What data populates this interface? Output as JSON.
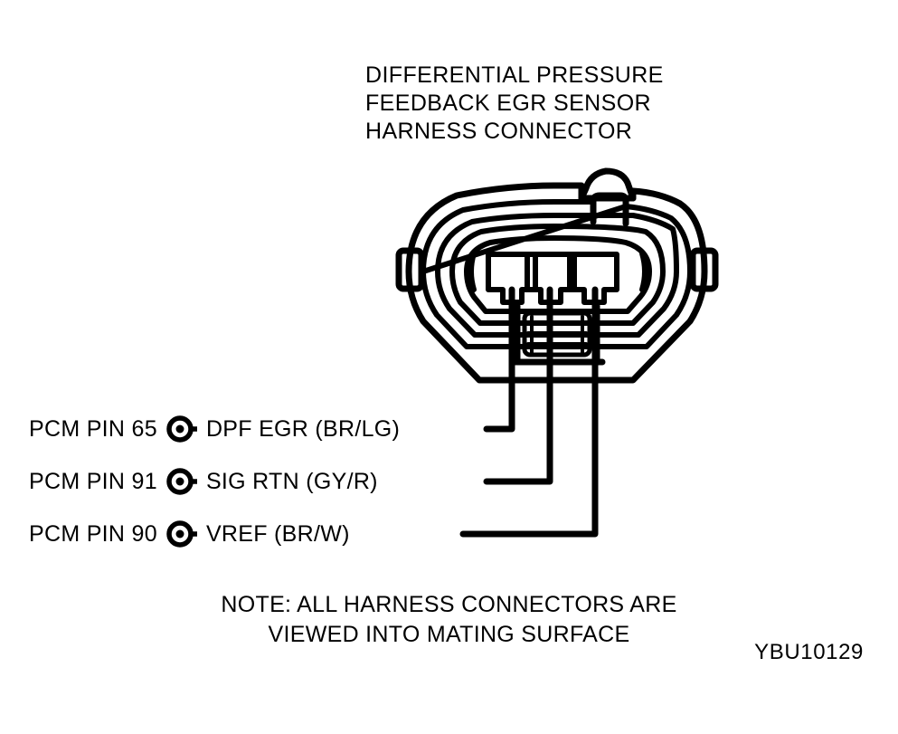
{
  "figure": {
    "title_lines": [
      "DIFFERENTIAL PRESSURE",
      "FEEDBACK EGR SENSOR",
      "HARNESS CONNECTOR"
    ],
    "code": "YBU10129",
    "ink_color": "#000000",
    "background_color": "#ffffff"
  },
  "connector": {
    "name": "Differential Pressure Feedback EGR Sensor Harness Connector",
    "cavity_count": 3,
    "orientation": "viewed into mating surface",
    "features": [
      "outer-shell",
      "latch-tab-top",
      "side-tabs",
      "nested-seal-rings",
      "three-terminal-cavities",
      "wire-exit-boot"
    ]
  },
  "pins": [
    {
      "pin_label": "PCM PIN 65",
      "signal": "DPF EGR (BR/LG)",
      "signal_name": "DPF EGR",
      "wire_color": "BR/LG",
      "symbol": "pin-terminal-icon"
    },
    {
      "pin_label": "PCM PIN 91",
      "signal": "SIG RTN (GY/R)",
      "signal_name": "SIG RTN",
      "wire_color": "GY/R",
      "symbol": "pin-terminal-icon"
    },
    {
      "pin_label": "PCM PIN 90",
      "signal": "VREF (BR/W)",
      "signal_name": "VREF",
      "wire_color": "BR/W",
      "symbol": "pin-terminal-icon"
    }
  ],
  "note": {
    "lines": [
      "NOTE: ALL HARNESS CONNECTORS ARE",
      "VIEWED INTO MATING SURFACE"
    ]
  }
}
